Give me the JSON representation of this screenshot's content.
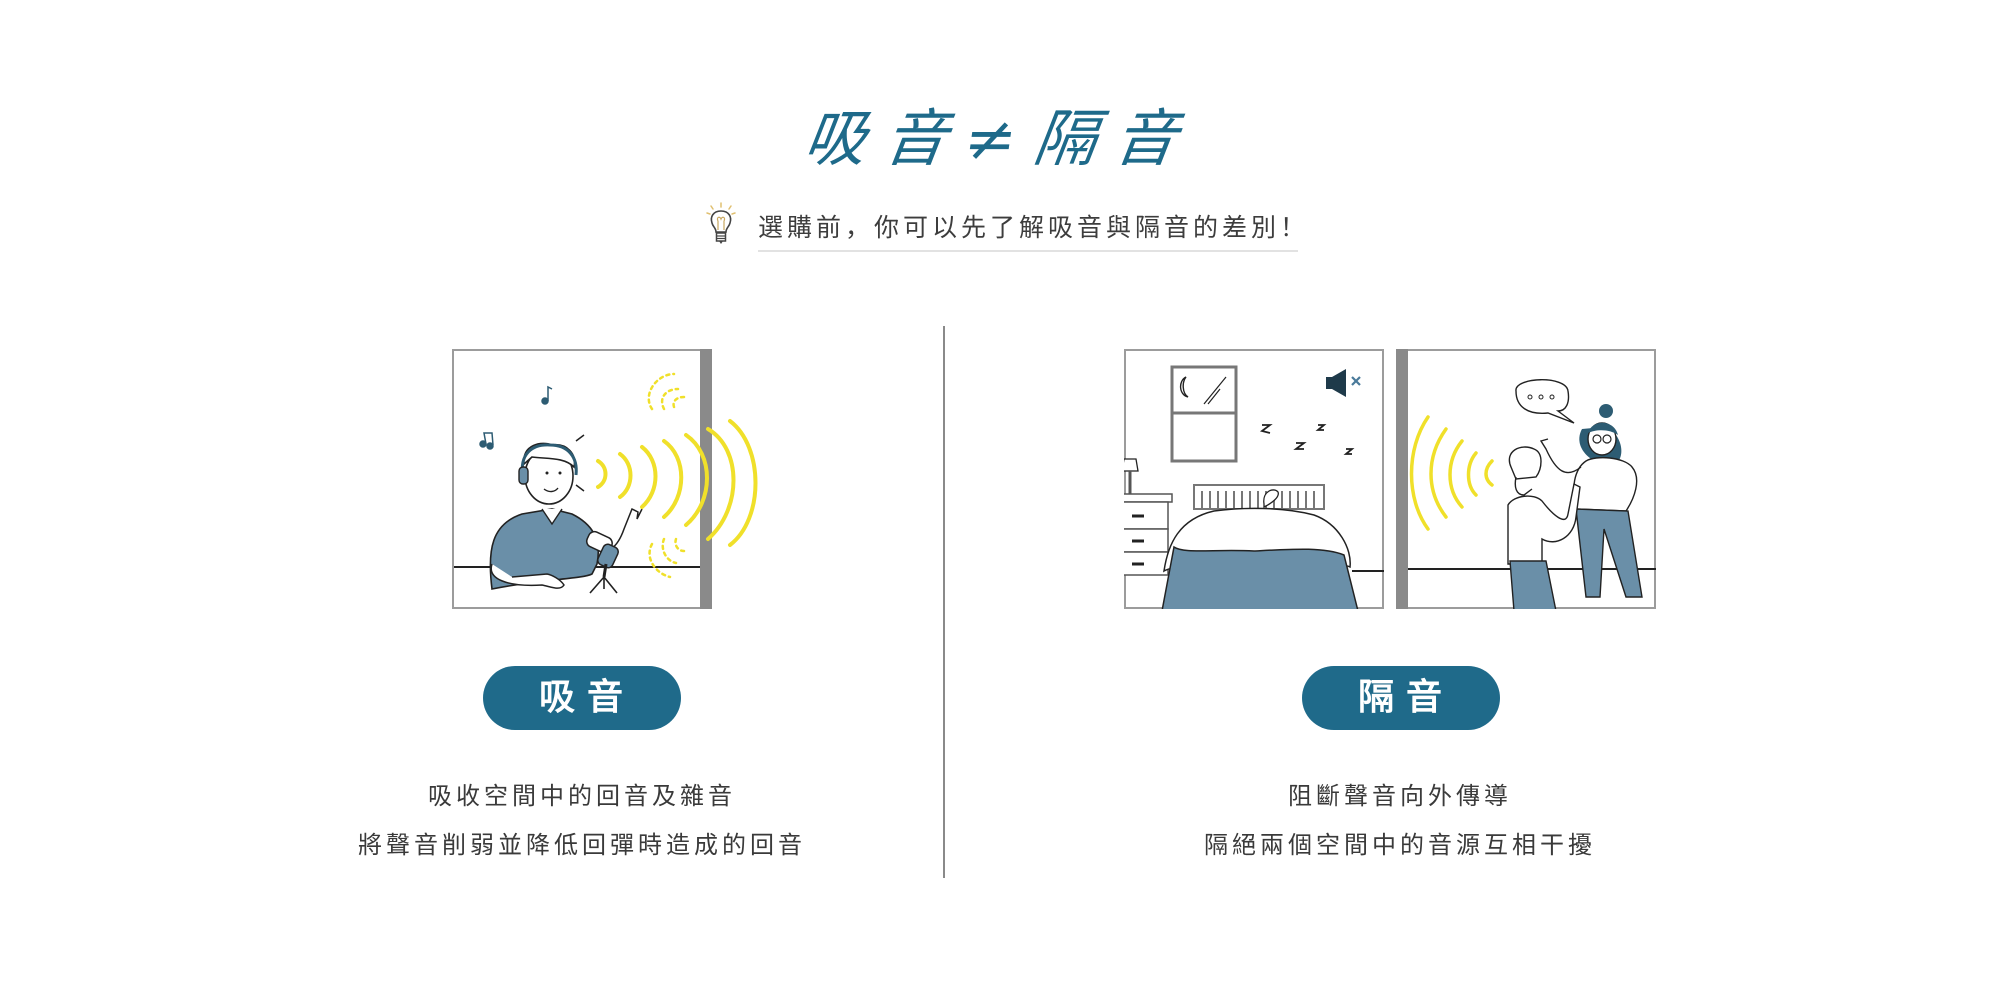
{
  "header": {
    "title": "吸音≠隔音",
    "subtitle": "選購前，你可以先了解吸音與隔音的差別！",
    "subtitle_icon": "lightbulb-icon"
  },
  "colors": {
    "brand_blue": "#1f6a8a",
    "sound_wave_yellow": "#f0e02a",
    "wall_gray": "#8a8a8a",
    "text_dark": "#3a3a3a"
  },
  "sections": [
    {
      "id": "absorption",
      "label": "吸音",
      "illustration": "person-podcasting-sound-waves-absorbed-illustration",
      "lines": [
        "吸收空間中的回音及雜音",
        "將聲音削弱並降低回彈時造成的回音"
      ]
    },
    {
      "id": "insulation",
      "label": "隔音",
      "illustration": "sleeping-room-and-talking-people-wall-blocks-sound-illustration",
      "mute_icon": "speaker-muted-icon",
      "lines": [
        "阻斷聲音向外傳導",
        "隔絕兩個空間中的音源互相干擾"
      ]
    }
  ]
}
